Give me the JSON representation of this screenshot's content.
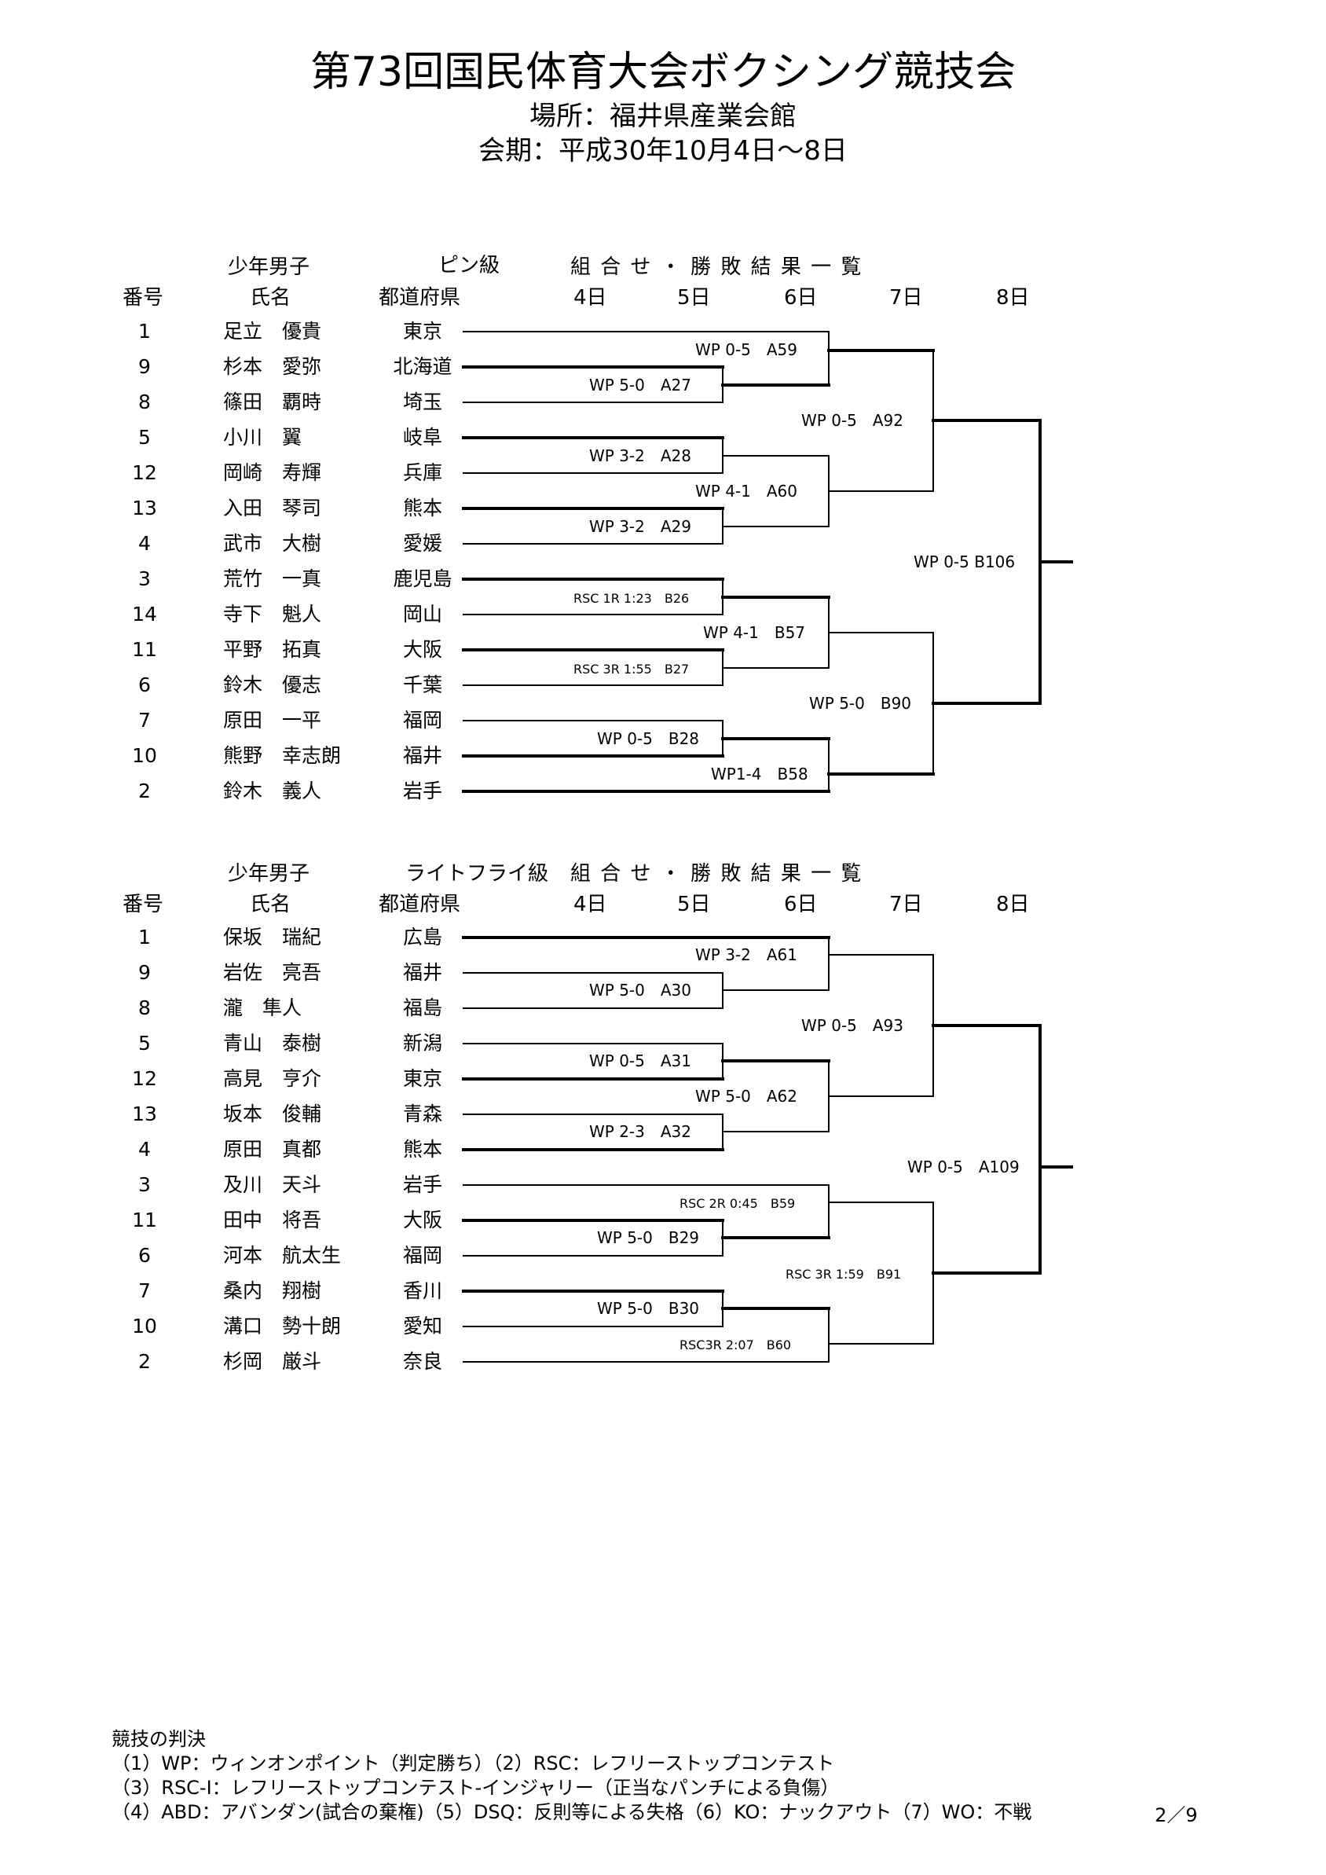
{
  "title": "第73回国民体育大会ボクシング競技会",
  "venue": "場所：福井県産業会館",
  "period": "会期：平成30年10月4日～8日",
  "brackets": [
    {
      "category": "少年男子",
      "weight_class": "ピン級",
      "heading": "組 合 せ ・ 勝 敗 結 果 一 覧",
      "col_no": "番号",
      "col_name": "氏名",
      "col_pref": "都道府県",
      "days": [
        "4日",
        "5日",
        "6日",
        "7日",
        "8日"
      ],
      "entries": [
        {
          "no": "1",
          "name": "足立　優貴",
          "pref": "東京"
        },
        {
          "no": "9",
          "name": "杉本　愛弥",
          "pref": "北海道"
        },
        {
          "no": "8",
          "name": "篠田　覇時",
          "pref": "埼玉"
        },
        {
          "no": "5",
          "name": "小川　翼",
          "pref": "岐阜"
        },
        {
          "no": "12",
          "name": "岡崎　寿輝",
          "pref": "兵庫"
        },
        {
          "no": "13",
          "name": "入田　琴司",
          "pref": "熊本"
        },
        {
          "no": "4",
          "name": "武市　大樹",
          "pref": "愛媛"
        },
        {
          "no": "3",
          "name": "荒竹　一真",
          "pref": "鹿児島"
        },
        {
          "no": "14",
          "name": "寺下　魁人",
          "pref": "岡山"
        },
        {
          "no": "11",
          "name": "平野　拓真",
          "pref": "大阪"
        },
        {
          "no": "6",
          "name": "鈴木　優志",
          "pref": "千葉"
        },
        {
          "no": "7",
          "name": "原田　一平",
          "pref": "福岡"
        },
        {
          "no": "10",
          "name": "熊野　幸志朗",
          "pref": "福井"
        },
        {
          "no": "2",
          "name": "鈴木　義人",
          "pref": "岩手"
        }
      ],
      "results": {
        "r1_a": "WP 5-0　A27",
        "r1_b": "WP 3-2　A28",
        "r1_c": "WP 3-2　A29",
        "r1_d": "RSC 1R 1:23　B26",
        "r1_e": "RSC 3R 1:55　B27",
        "r1_f": "WP 0-5　B28",
        "r2_a": "WP 0-5　A59",
        "r2_b": "WP 4-1　A60",
        "r2_c": "WP 4-1　B57",
        "r2_d": "WP1-4　B58",
        "r3_a": "WP 0-5　A92",
        "r3_b": "WP 5-0　B90",
        "final": "WP 0-5 B106"
      }
    },
    {
      "category": "少年男子",
      "weight_class": "ライトフライ級",
      "heading": "組 合 せ ・ 勝 敗 結 果 一 覧",
      "col_no": "番号",
      "col_name": "氏名",
      "col_pref": "都道府県",
      "days": [
        "4日",
        "5日",
        "6日",
        "7日",
        "8日"
      ],
      "entries": [
        {
          "no": "1",
          "name": "保坂　瑞紀",
          "pref": "広島"
        },
        {
          "no": "9",
          "name": "岩佐　亮吾",
          "pref": "福井"
        },
        {
          "no": "8",
          "name": "瀧　隼人",
          "pref": "福島"
        },
        {
          "no": "5",
          "name": "青山　泰樹",
          "pref": "新潟"
        },
        {
          "no": "12",
          "name": "高見　亨介",
          "pref": "東京"
        },
        {
          "no": "13",
          "name": "坂本　俊輔",
          "pref": "青森"
        },
        {
          "no": "4",
          "name": "原田　真都",
          "pref": "熊本"
        },
        {
          "no": "3",
          "name": "及川　天斗",
          "pref": "岩手"
        },
        {
          "no": "11",
          "name": "田中　将吾",
          "pref": "大阪"
        },
        {
          "no": "6",
          "name": "河本　航太生",
          "pref": "福岡"
        },
        {
          "no": "7",
          "name": "桑内　翔樹",
          "pref": "香川"
        },
        {
          "no": "10",
          "name": "溝口　勢十朗",
          "pref": "愛知"
        },
        {
          "no": "2",
          "name": "杉岡　厳斗",
          "pref": "奈良"
        }
      ],
      "results": {
        "r1_a": "WP 5-0　A30",
        "r1_b": "WP 0-5　A31",
        "r1_c": "WP 2-3　A32",
        "r1_d": "WP 5-0　B29",
        "r1_e": "WP 5-0　B30",
        "r2_a": "WP 3-2　A61",
        "r2_b": "WP 5-0　A62",
        "r2_c": "RSC 2R 0:45　B59",
        "r2_d": "RSC3R 2:07　B60",
        "r3_a": "WP 0-5　A93",
        "r3_b": "RSC 3R 1:59　B91",
        "final": "WP 0-5　A109"
      }
    }
  ],
  "footer": {
    "heading": "競技の判決",
    "line1": "（1）WP：ウィンオンポイント（判定勝ち）（2）RSC：レフリーストップコンテスト",
    "line2": "（3）RSC-I：レフリーストップコンテスト-インジャリー（正当なパンチによる負傷）",
    "line3": "（4）ABD：アバンダン(試合の棄権)（5）DSQ：反則等による失格（6）KO：ナックアウト（7）WO：不戦"
  },
  "page_number": "2／9"
}
